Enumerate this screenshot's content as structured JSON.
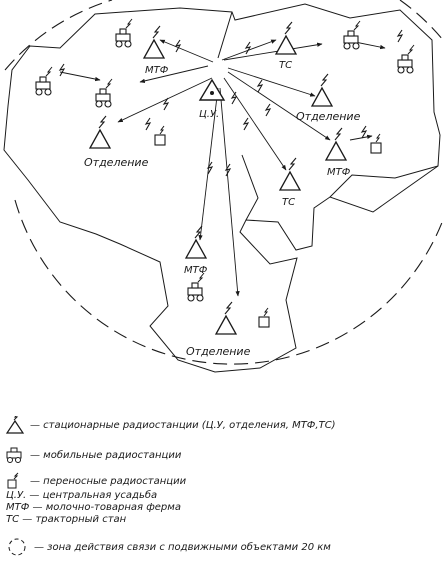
{
  "labels": {
    "mtf": "МТФ",
    "ts": "ТС",
    "cu": "Ц.У.",
    "otdelenie": "Отделение"
  },
  "legend": [
    {
      "icon": "stationary-radio-icon",
      "text": "— стационарные радиостанции (Ц.У, отделения, МТФ,ТС)"
    },
    {
      "icon": "mobile-radio-icon",
      "text": "— мобильные радиостанции"
    },
    {
      "icon": "portable-radio-icon",
      "text": "— переносные радиостанции"
    },
    {
      "icon": "",
      "text": "Ц.У. — центральная усадьба"
    },
    {
      "icon": "",
      "text": "МТФ — молочно-товарная ферма"
    },
    {
      "icon": "",
      "text": "ТС — тракторный стан"
    },
    {
      "icon": "zone-circle-icon",
      "text": "— зона действия связи с подвижными объектами 20 км"
    }
  ]
}
